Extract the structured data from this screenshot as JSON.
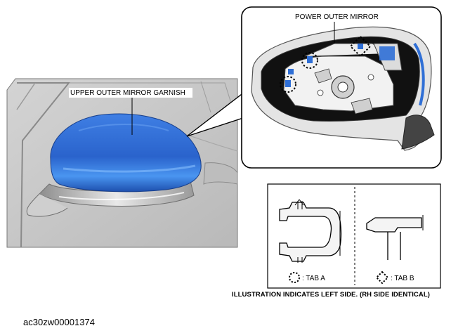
{
  "labels": {
    "power_outer_mirror": "POWER OUTER MIRROR",
    "upper_outer_mirror_garnish": "UPPER OUTER MIRROR GARNISH",
    "tab_a": ": TAB A",
    "tab_b": ": TAB B"
  },
  "note": "ILLUSTRATION INDICATES LEFT SIDE. (RH SIDE IDENTICAL)",
  "figure_id": "ac30zw00001374",
  "colors": {
    "garnish_blue": "#2f6fd6",
    "body_gray": "#c9c9c9"
  }
}
